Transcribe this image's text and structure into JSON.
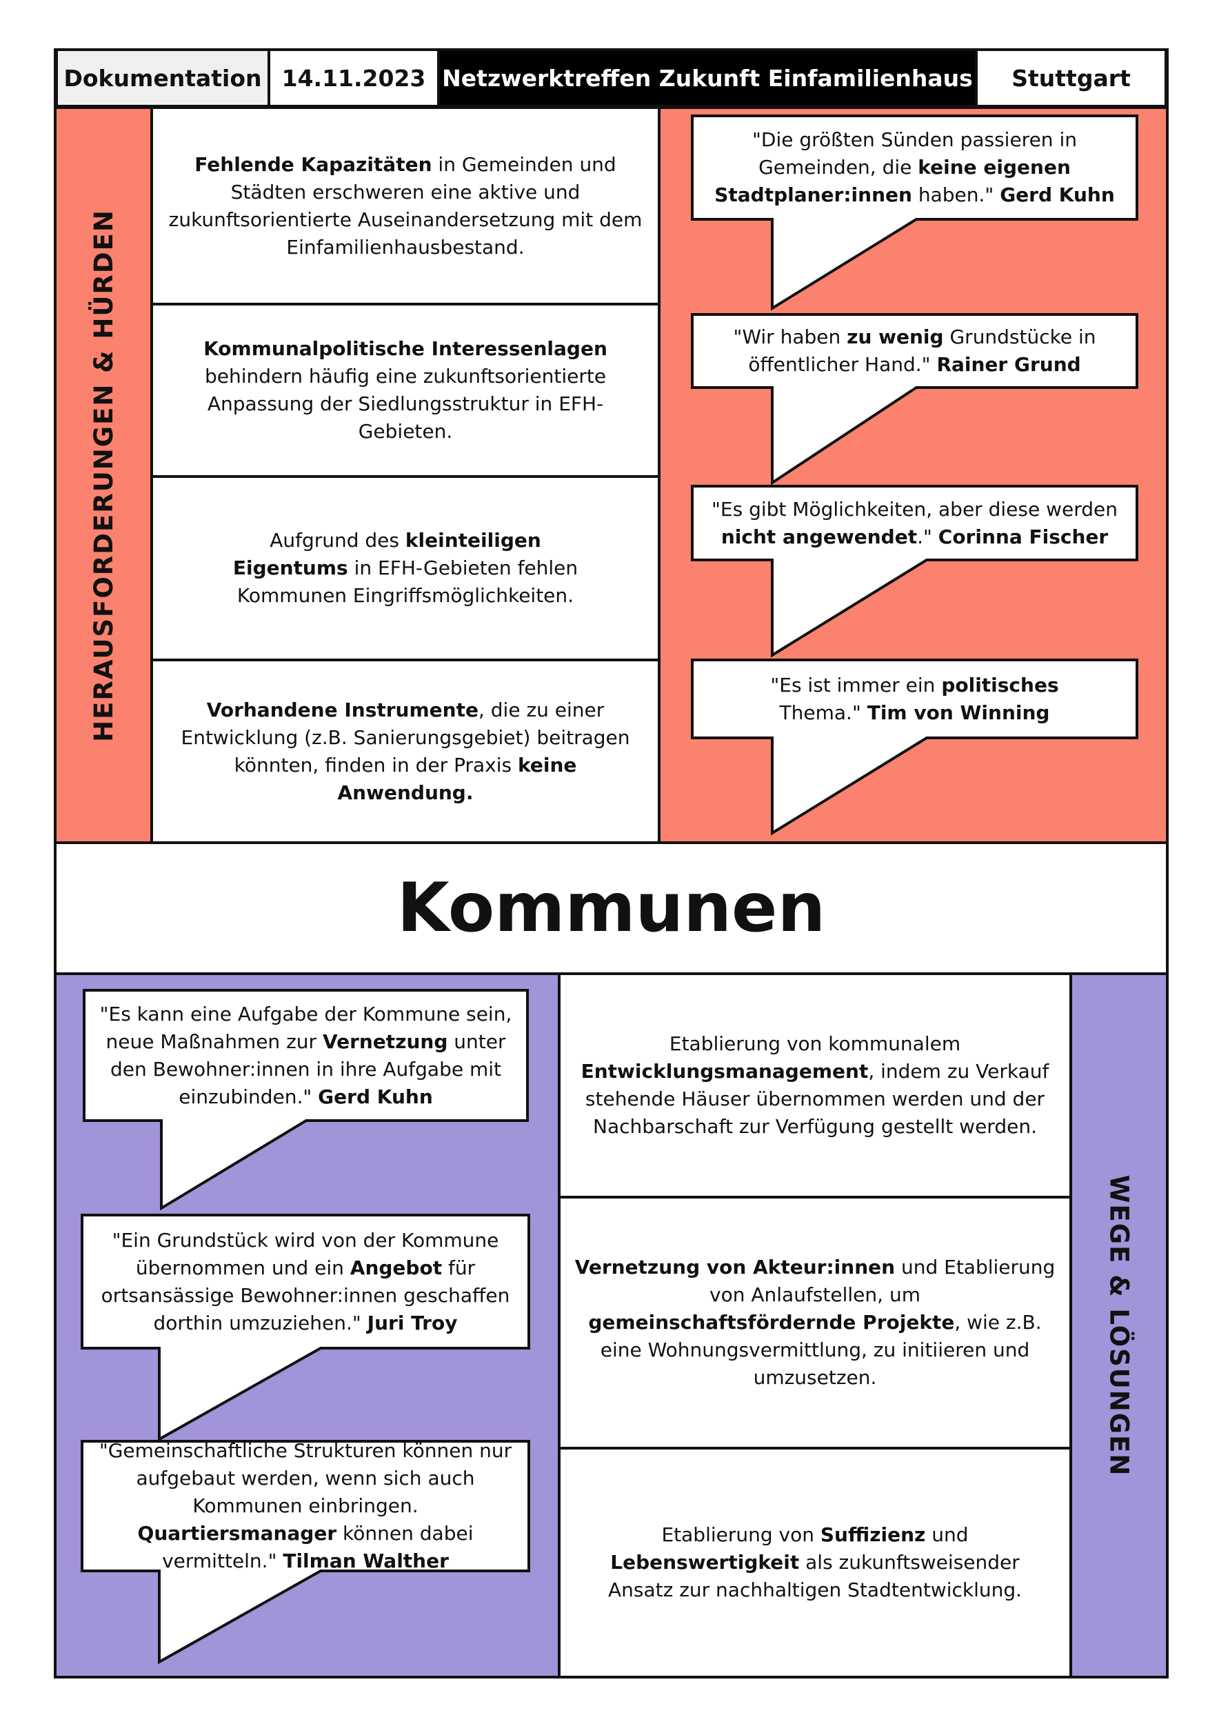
{
  "header": {
    "doc_label": "Dokumentation",
    "date": "14.11.2023",
    "event": "Netzwerktreffen Zukunft Einfamilienhaus",
    "city": "Stuttgart"
  },
  "colors": {
    "challenges_bg": "#fb826e",
    "solutions_bg": "#a294d9",
    "line": "#111111",
    "header_gray": "#efefef"
  },
  "challenges": {
    "side_label": "HERAUSFORDERUNGEN & HÜRDEN",
    "items": [
      {
        "bold1": "Fehlende Kapazitäten",
        "rest": " in Gemeinden und Städten erschweren eine aktive und zukunftsorientierte Auseinandersetzung mit dem Einfamilienhausbestand."
      },
      {
        "bold1": "Kommunalpolitische Interessenlagen",
        "rest": " behindern häufig eine zukunftsorientierte Anpassung der Siedlungsstruktur in EFH-Gebieten."
      },
      {
        "pre": "Aufgrund des ",
        "bold1": "kleinteiligen Eigentums",
        "rest": " in EFH-Gebieten fehlen Kommunen Eingriffsmöglichkeiten."
      },
      {
        "bold1": "Vorhandene Instrumente",
        "mid": ", die zu einer Entwicklung (z.B. Sanierungsgebiet) beitragen könnten, finden in der Praxis ",
        "bold2": "keine Anwendung."
      }
    ],
    "quotes": [
      {
        "a": "\"Die größten Sünden passieren in Gemeinden, die ",
        "b": "keine eigenen Stadtplaner:innen",
        "c": " haben.\" ",
        "author": "Gerd Kuhn"
      },
      {
        "a": "\"Wir haben ",
        "b": "zu wenig",
        "c": " Grundstücke in öffentlicher Hand.\" ",
        "author": "Rainer Grund"
      },
      {
        "a": "\"Es gibt Möglichkeiten, aber diese werden ",
        "b": "nicht angewendet",
        "c": ".\" ",
        "author": "Corinna Fischer"
      },
      {
        "a": "\"Es ist immer ein ",
        "b": "politisches",
        "c": " Thema.\" ",
        "author": "Tim von Winning"
      }
    ]
  },
  "center_title": "Kommunen",
  "solutions": {
    "side_label": "WEGE & LÖSUNGEN",
    "quotes": [
      {
        "a": "\"Es kann eine Aufgabe der Kommune sein, neue Maßnahmen zur ",
        "b": "Vernetzung",
        "c": " unter den Bewohner:innen in ihre Aufgabe mit einzubinden.\" ",
        "author": "Gerd Kuhn"
      },
      {
        "a": "\"Ein Grundstück wird von der Kommune übernommen und ein ",
        "b": "Angebot",
        "c": " für ortsansässige Bewohner:innen geschaffen dorthin umzuziehen.\" ",
        "author": "Juri Troy"
      },
      {
        "a": "\"Gemeinschaftliche Strukturen können nur aufgebaut werden, wenn sich auch Kommunen einbringen. ",
        "b": "Quartiersmanager",
        "c": " können dabei vermitteln.\" ",
        "author": "Tilman Walther"
      }
    ],
    "items": [
      {
        "pre": "Etablierung von kommunalem ",
        "bold1": "Entwicklungsmanagement",
        "rest": ", indem zu Verkauf stehende Häuser übernommen werden und der Nachbarschaft zur Verfügung gestellt werden."
      },
      {
        "bold1": "Vernetzung von Akteur:innen",
        "mid": " und Etablierung von Anlaufstellen, um ",
        "bold2": "gemeinschaftsfördernde Projekte",
        "rest": ", wie z.B. eine Wohnungsvermittlung, zu initiieren und umzusetzen."
      },
      {
        "pre": "Etablierung von ",
        "bold1": "Suffizienz",
        "mid": " und ",
        "bold2": "Lebenswertigkeit",
        "rest": " als zukunftsweisender Ansatz zur nachhaltigen Stadtentwicklung."
      }
    ]
  }
}
